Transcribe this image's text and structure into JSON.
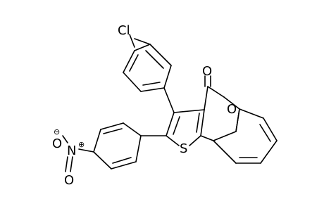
{
  "molecule": {
    "atom_labels": {
      "chlorine": "Cl",
      "carbonyl_oxygen": "O",
      "ring_oxygen": "O",
      "sulfur": "S",
      "nitro_nitrogen": "N",
      "nitro_oxygen_top": "O",
      "nitro_oxygen_bottom": "O"
    },
    "charges": {
      "nitro_oxygen_top": "⊖",
      "nitro_nitrogen": "⊕"
    }
  }
}
